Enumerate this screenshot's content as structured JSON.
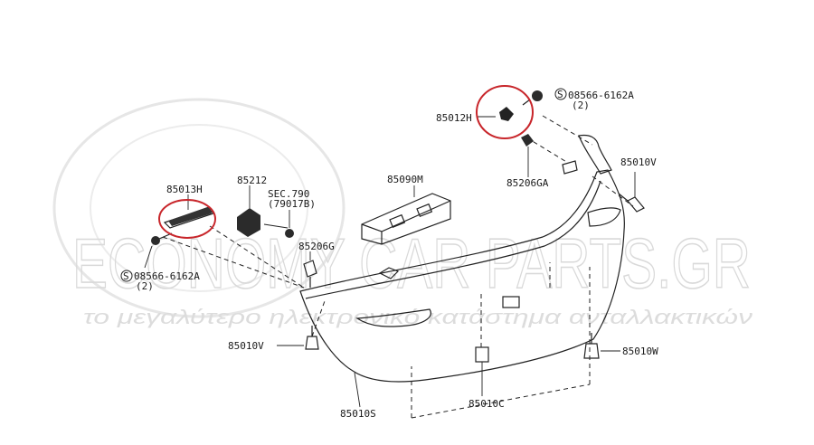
{
  "watermark": {
    "brand": "ECONOMY CAR PARTS.GR",
    "tagline": "το μεγαλύτερο ηλεκτρονικό κατάστημα ανταλλακτικών"
  },
  "parts": {
    "p85012H": "85012H",
    "p08566_top": "08566-6162A",
    "p08566_top_qty": "(2)",
    "p85206GA": "85206GA",
    "p85010V_right": "85010V",
    "p85090M": "85090M",
    "p85013H": "85013H",
    "p85212": "85212",
    "sec790": "SEC.790",
    "sec790_ref": "(79017B)",
    "p85206G": "85206G",
    "p08566_left": "08566-6162A",
    "p08566_left_qty": "(2)",
    "p85010V_left": "85010V",
    "p85010W": "85010W",
    "p85010S": "85010S",
    "p85010C": "85010C"
  },
  "symbols": {
    "screw_s": "S"
  },
  "highlight_color": "#c8262b"
}
